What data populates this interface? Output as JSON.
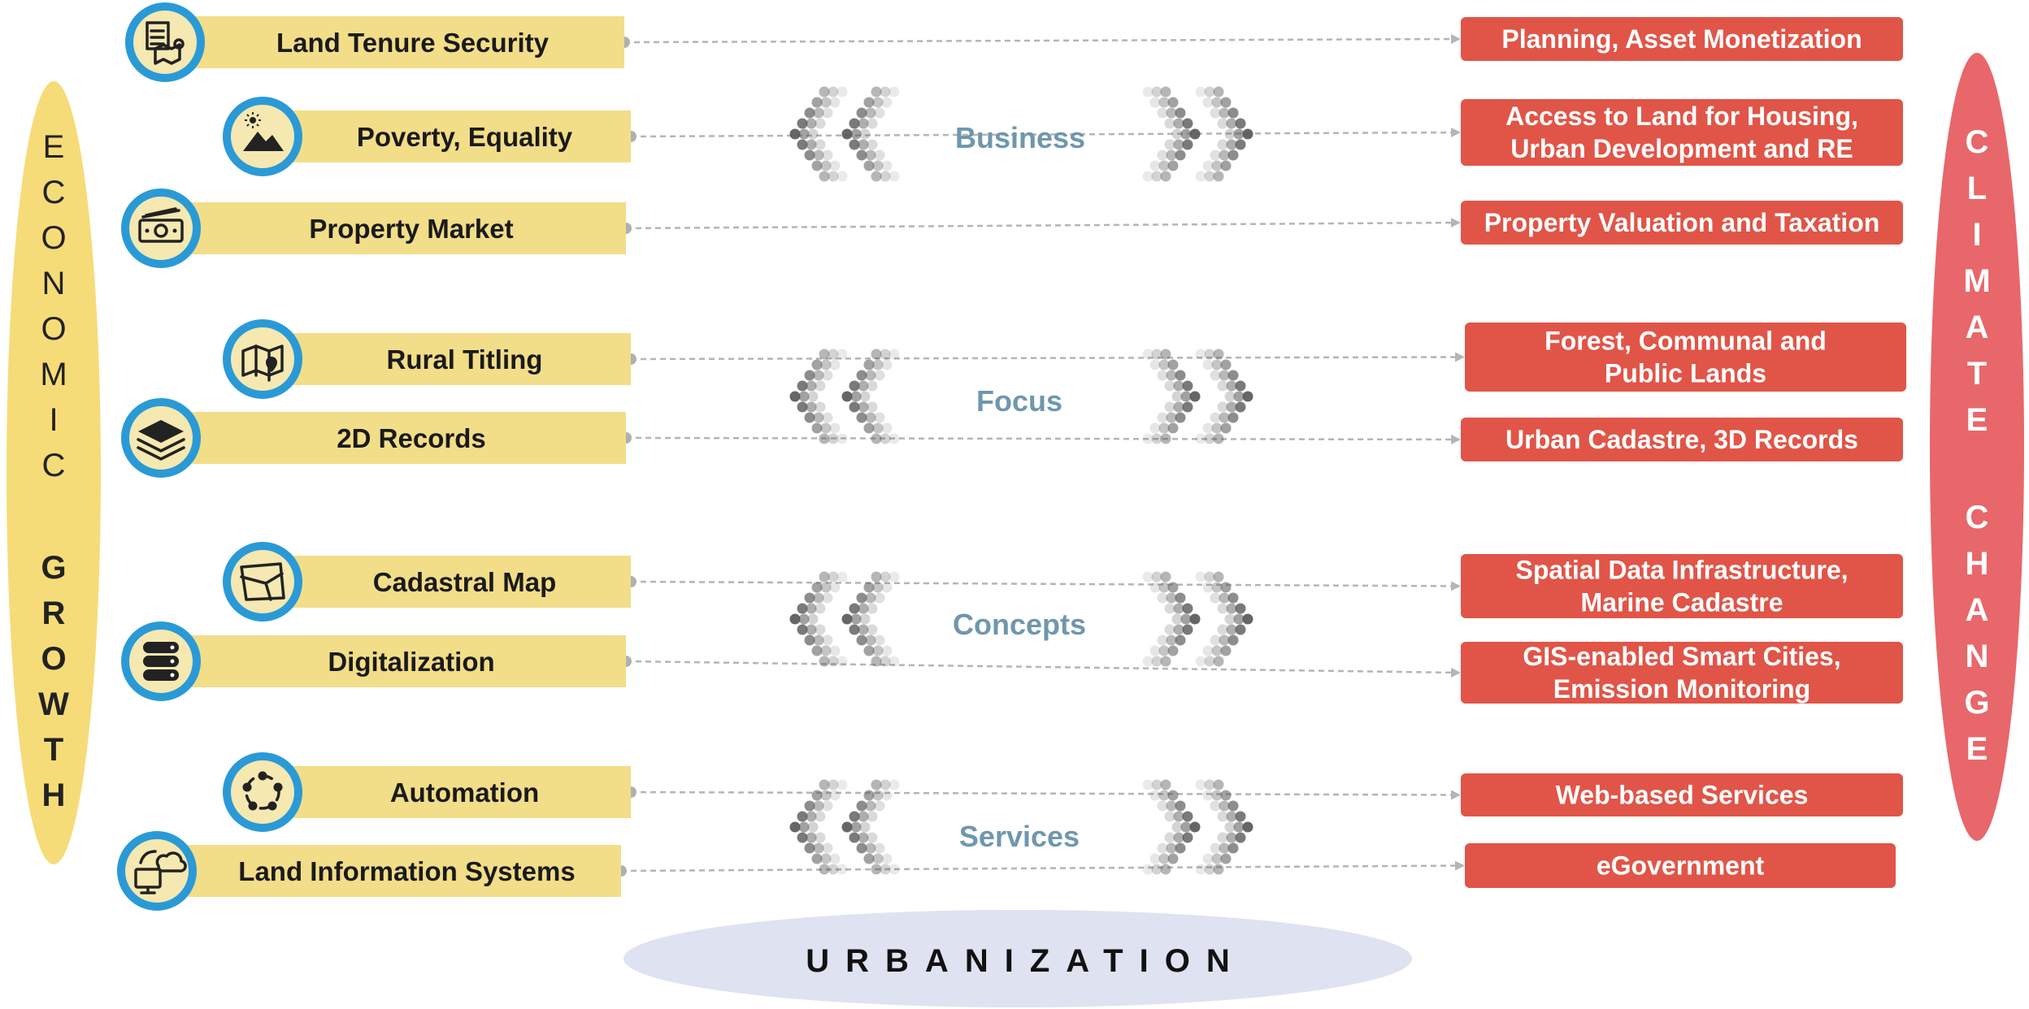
{
  "left_items": [
    {
      "label": "Land Tenure Security",
      "icon": "document-map-icon"
    },
    {
      "label": "Poverty, Equality",
      "icon": "mountain-sun-icon"
    },
    {
      "label": "Property Market",
      "icon": "money-icon"
    },
    {
      "label": "Rural Titling",
      "icon": "map-pin-icon"
    },
    {
      "label": "2D Records",
      "icon": "layers-icon"
    },
    {
      "label": "Cadastral Map",
      "icon": "parcel-map-icon"
    },
    {
      "label": "Digitalization",
      "icon": "database-icon"
    },
    {
      "label": "Automation",
      "icon": "cycle-icon"
    },
    {
      "label": "Land Information Systems",
      "icon": "computer-cloud-icon"
    }
  ],
  "right_items": [
    {
      "lines": [
        "Planning, Asset Monetization"
      ]
    },
    {
      "lines": [
        "Access to Land for Housing,",
        "Urban Development and RE"
      ]
    },
    {
      "lines": [
        "Property Valuation and Taxation"
      ]
    },
    {
      "lines": [
        "Forest, Communal and",
        "Public Lands"
      ]
    },
    {
      "lines": [
        "Urban Cadastre, 3D Records"
      ]
    },
    {
      "lines": [
        "Spatial Data Infrastructure,",
        "Marine Cadastre"
      ]
    },
    {
      "lines": [
        "GIS-enabled Smart Cities,",
        "Emission Monitoring"
      ]
    },
    {
      "lines": [
        "Web-based Services"
      ]
    },
    {
      "lines": [
        "eGovernment"
      ]
    }
  ],
  "center_labels": [
    "Business",
    "Focus",
    "Concepts",
    "Services"
  ],
  "economic_growth": {
    "top_letters": [
      "E",
      "C",
      "O",
      "N",
      "O",
      "M",
      "I",
      "C"
    ],
    "bottom_letters": [
      "G",
      "R",
      "O",
      "W",
      "T",
      "H"
    ]
  },
  "climate_change": {
    "top_letters": [
      "C",
      "L",
      "I",
      "M",
      "A",
      "T",
      "E"
    ],
    "bottom_letters": [
      "C",
      "H",
      "A",
      "N",
      "G",
      "E"
    ]
  },
  "urbanization": "URBANIZATION",
  "colors": {
    "left_bar": "#f2dd88",
    "icon_ring": "#2a9ad6",
    "icon_fill": "#f5e8b0",
    "right_box": "#e05548",
    "economic_ellipse": "#f6dc78",
    "climate_ellipse": "#e8676a",
    "urban_ellipse": "#dfe2f0",
    "connector": "#b5b5b5",
    "center_text": "#6f97ad"
  }
}
